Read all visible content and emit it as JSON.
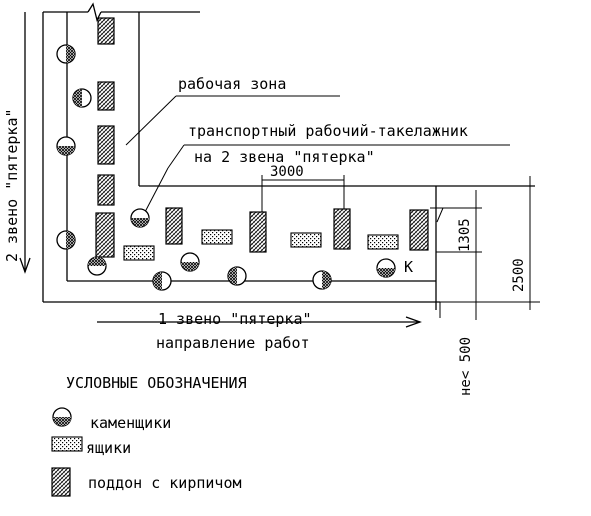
{
  "labels": {
    "working_zone": "рабочая зона",
    "rigger": "транспортный рабочий-такелажник",
    "rigger_for": "на 2 звена \"пятерка\"",
    "team1": "1 звено  \"пятерка\"",
    "work_direction": "направление работ",
    "team2": "2 звено  \"пятерка\"",
    "marker_k": "К"
  },
  "dimensions": {
    "d3000": "3000",
    "d1305": "1305",
    "d2500": "2500",
    "dne500": "не< 500"
  },
  "legend": {
    "title": "УСЛОВНЫЕ ОБОЗНАЧЕНИЯ",
    "masons": "каменщики",
    "boxes": "ящики",
    "pallet": "поддон с кирпичом"
  }
}
